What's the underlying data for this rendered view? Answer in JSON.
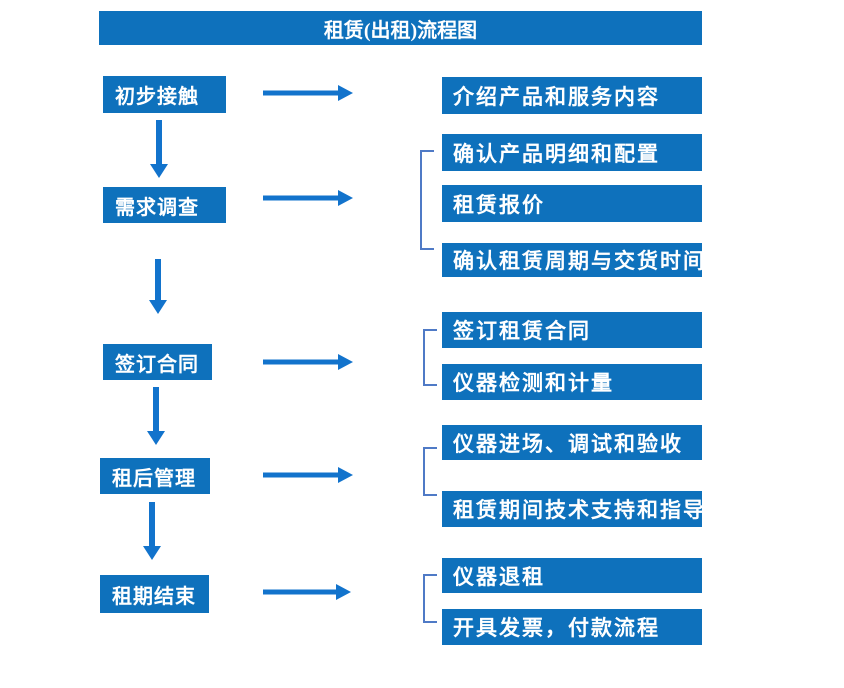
{
  "title": "租赁(出租)流程图",
  "colors": {
    "box_blue": "#0e71bc",
    "arrow_blue": "#1273cc",
    "bracket_blue": "#4f7ac6",
    "text_white": "#ffffff",
    "background": "#ffffff"
  },
  "steps": [
    {
      "label": "初步接触",
      "details": [
        "介绍产品和服务内容"
      ]
    },
    {
      "label": "需求调查",
      "details": [
        "确认产品明细和配置",
        "租赁报价",
        "确认租赁周期与交货时间"
      ]
    },
    {
      "label": "签订合同",
      "details": [
        "签订租赁合同",
        "仪器检测和计量"
      ]
    },
    {
      "label": "租后管理",
      "details": [
        "仪器进场、调试和验收",
        "租赁期间技术支持和指导"
      ]
    },
    {
      "label": "租期结束",
      "details": [
        "仪器退租",
        "开具发票，付款流程"
      ]
    }
  ]
}
